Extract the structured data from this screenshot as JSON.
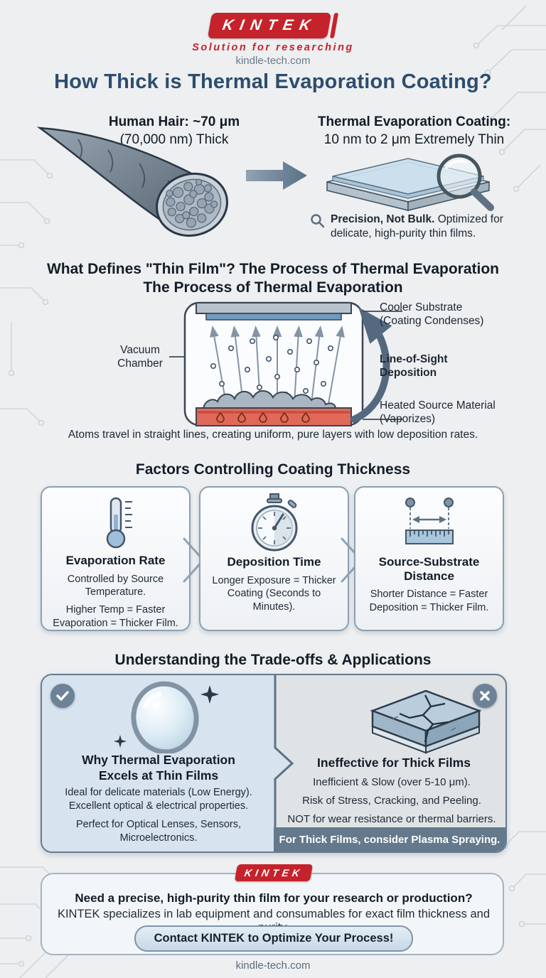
{
  "brand": {
    "name": "KINTEK",
    "tagline": "Solution for researching",
    "website": "kindle-tech.com"
  },
  "title": "How Thick is Thermal Evaporation Coating?",
  "comparison": {
    "hair_heading": "Human Hair: ~70 μm",
    "hair_sub": "(70,000 nm) Thick",
    "coating_heading": "Thermal Evaporation Coating:",
    "coating_sub": "10 nm to 2 μm Extremely Thin",
    "note_bold": "Precision, Not Bulk.",
    "note_rest": " Optimized for delicate, high-purity thin films."
  },
  "process": {
    "heading_line1": "What Defines \"Thin Film\"? The Process of Thermal Evaporation",
    "heading_line2": "The Process of Thermal Evaporation",
    "label_vacuum_l1": "Vacuum",
    "label_vacuum_l2": "Chamber",
    "label_substrate_l1": "Cooler Substrate",
    "label_substrate_l2": "(Coating Condenses)",
    "label_los_l1": "Line-of-Sight",
    "label_los_l2": "Deposition",
    "label_source_l1": "Heated Source Material",
    "label_source_l2": "(Vaporizes)",
    "caption": "Atoms travel in straight lines, creating uniform, pure layers with low deposition rates."
  },
  "factors": {
    "heading": "Factors Controlling Coating Thickness",
    "cards": [
      {
        "icon": "thermometer-icon",
        "title": "Evaporation Rate",
        "p1": "Controlled by Source Temperature.",
        "p2": "Higher Temp = Faster Evaporation = Thicker Film."
      },
      {
        "icon": "stopwatch-icon",
        "title": "Deposition Time",
        "p1": "Longer Exposure = Thicker Coating (Seconds to Minutes).",
        "p2": ""
      },
      {
        "icon": "ruler-distance-icon",
        "title": "Source-Substrate Distance",
        "p1": "Shorter Distance = Faster Deposition = Thicker Film.",
        "p2": ""
      }
    ]
  },
  "tradeoffs": {
    "heading": "Understanding the Trade-offs & Applications",
    "pro": {
      "title_l1": "Why Thermal Evaporation",
      "title_l2": "Excels at Thin Films",
      "l1": "Ideal for delicate materials (Low Energy).",
      "l2": "Excellent optical & electrical properties.",
      "l3": "Perfect for Optical Lenses, Sensors, Microelectronics."
    },
    "con": {
      "title": "Ineffective for Thick Films",
      "l1": "Inefficient & Slow (over 5-10 μm).",
      "l2": "Risk of Stress, Cracking, and Peeling.",
      "l3": "NOT for wear resistance or thermal barriers.",
      "banner": "For Thick Films, consider Plasma Spraying."
    }
  },
  "cta": {
    "badge": "KINTEK",
    "line1": "Need a precise, high-purity thin film for your research or production?",
    "line2": "KINTEK specializes in lab equipment and consumables for exact film thickness and purity.",
    "button": "Contact KINTEK to Optimize Your Process!"
  },
  "footer": {
    "website": "kindle-tech.com"
  },
  "colors": {
    "brand_red": "#c5232b",
    "title_blue": "#2d4d6d",
    "slate": "#5d7285",
    "panel_blue": "#d7e3ee",
    "panel_gray": "#e0e3e6",
    "banner_slate": "#64798c",
    "source_red": "#e0695a"
  }
}
